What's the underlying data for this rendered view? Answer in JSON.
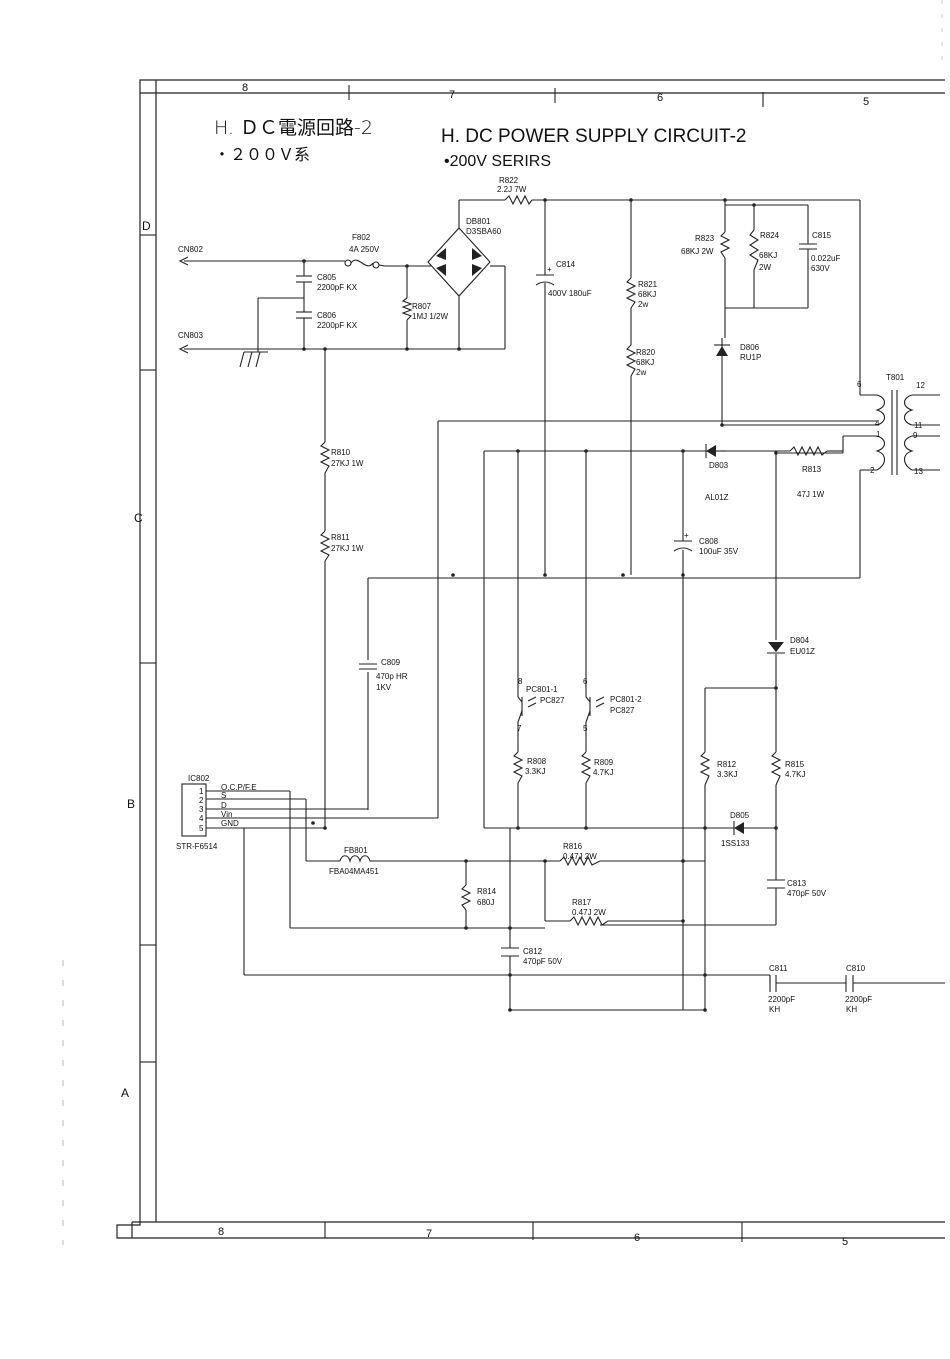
{
  "title": {
    "jp": "H. ＤＣ電源回路-2",
    "jp_sub": "・２００Ｖ系",
    "en": "H. DC POWER SUPPLY CIRCUIT-2",
    "en_sub": "•200V SERIRS"
  },
  "grid": {
    "top_cols": [
      "8",
      "7",
      "6",
      "5"
    ],
    "bottom_cols": [
      "8",
      "7",
      "6",
      "5"
    ],
    "rows": [
      "D",
      "C",
      "B",
      "A"
    ]
  },
  "connectors": {
    "cn802": "CN802",
    "cn803": "CN803"
  },
  "components": {
    "r822": {
      "ref": "R822",
      "val": "2.2J 7W"
    },
    "f802": {
      "ref": "F802",
      "val": "4A 250V"
    },
    "db801": {
      "ref": "DB801",
      "val": "D3SBA60"
    },
    "c805": {
      "ref": "C805",
      "val": "2200pF KX"
    },
    "c806": {
      "ref": "C806",
      "val": "2200pF KX"
    },
    "r807": {
      "ref": "R807",
      "val": "1MJ 1/2W"
    },
    "c814": {
      "ref": "C814",
      "val": "400V 180uF"
    },
    "r821": {
      "ref": "R821",
      "val1": "68KJ",
      "val2": "2w"
    },
    "r820": {
      "ref": "R820",
      "val1": "68KJ",
      "val2": "2w"
    },
    "r823": {
      "ref": "R823",
      "val": "68KJ 2W"
    },
    "r824": {
      "ref": "R824",
      "val1": "68KJ",
      "val2": "2W"
    },
    "c815": {
      "ref": "C815",
      "val1": "0.022uF",
      "val2": "630V"
    },
    "d806": {
      "ref": "D806",
      "val": "RU1P"
    },
    "t801": {
      "ref": "T801",
      "pins": [
        "6",
        "12",
        "4",
        "11",
        "1",
        "9",
        "2",
        "13"
      ]
    },
    "d803": {
      "ref": "D803",
      "val": "AL01Z"
    },
    "r813": {
      "ref": "R813",
      "val": "47J 1W"
    },
    "r810": {
      "ref": "R810",
      "val": "27KJ 1W"
    },
    "r811": {
      "ref": "R811",
      "val": "27KJ 1W"
    },
    "c808": {
      "ref": "C808",
      "val": "100uF 35V"
    },
    "d804": {
      "ref": "D804",
      "val": "EU01Z"
    },
    "c809": {
      "ref": "C809",
      "val1": "470p HR",
      "val2": "1KV"
    },
    "pc801_1": {
      "ref": "PC801-1",
      "val": "PC827",
      "pin_a": "8",
      "pin_b": "7"
    },
    "pc801_2": {
      "ref": "PC801-2",
      "val": "PC827",
      "pin_a": "6",
      "pin_b": "5"
    },
    "r808": {
      "ref": "R808",
      "val": "3.3KJ"
    },
    "r809": {
      "ref": "R809",
      "val": "4.7KJ"
    },
    "r812": {
      "ref": "R812",
      "val": "3.3KJ"
    },
    "r815": {
      "ref": "R815",
      "val": "4.7KJ"
    },
    "ic802": {
      "ref": "IC802",
      "part": "STR-F6514",
      "pins": [
        "1",
        "2",
        "3",
        "4",
        "5"
      ],
      "pin_names": [
        "O.C.P/F.E",
        "S",
        "D",
        "Vin",
        "GND"
      ]
    },
    "d805": {
      "ref": "D805",
      "val": "1SS133"
    },
    "fb801": {
      "ref": "FB801",
      "val": "FBA04MA451"
    },
    "r816": {
      "ref": "R816",
      "val": "0.47J 2W"
    },
    "r814": {
      "ref": "R814",
      "val": "680J"
    },
    "r817": {
      "ref": "R817",
      "val": "0.47J 2W"
    },
    "c813": {
      "ref": "C813",
      "val": "470pF 50V"
    },
    "c812": {
      "ref": "C812",
      "val": "470pF 50V"
    },
    "c811": {
      "ref": "C811",
      "val1": "2200pF",
      "val2": "KH"
    },
    "c810": {
      "ref": "C810",
      "val1": "2200pF",
      "val2": "KH"
    }
  }
}
